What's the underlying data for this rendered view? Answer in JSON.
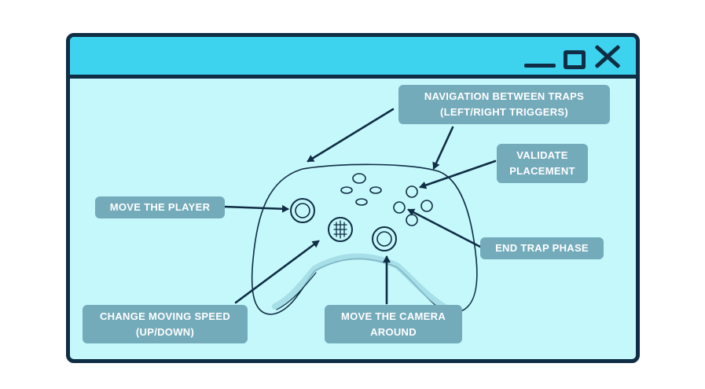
{
  "window": {
    "controls": [
      "minimize-icon",
      "maximize-icon",
      "close-icon"
    ]
  },
  "labels": {
    "navigation": {
      "line1": "NAVIGATION BETWEEN TRAPS",
      "line2": "(LEFT/RIGHT TRIGGERS)"
    },
    "validate": {
      "line1": "VALIDATE",
      "line2": "PLACEMENT"
    },
    "move_player": {
      "line1": "MOVE THE PLAYER"
    },
    "end_trap": {
      "line1": "END TRAP PHASE"
    },
    "change_speed": {
      "line1": "CHANGE MOVING SPEED",
      "line2": "(UP/DOWN)"
    },
    "move_camera": {
      "line1": "MOVE THE CAMERA",
      "line2": "AROUND"
    }
  },
  "colors": {
    "background": "#c5f8fb",
    "titlebar": "#3dd3ef",
    "outline": "#0f2d44",
    "label_fill": "#73abbb",
    "label_text": "#ffffff"
  }
}
